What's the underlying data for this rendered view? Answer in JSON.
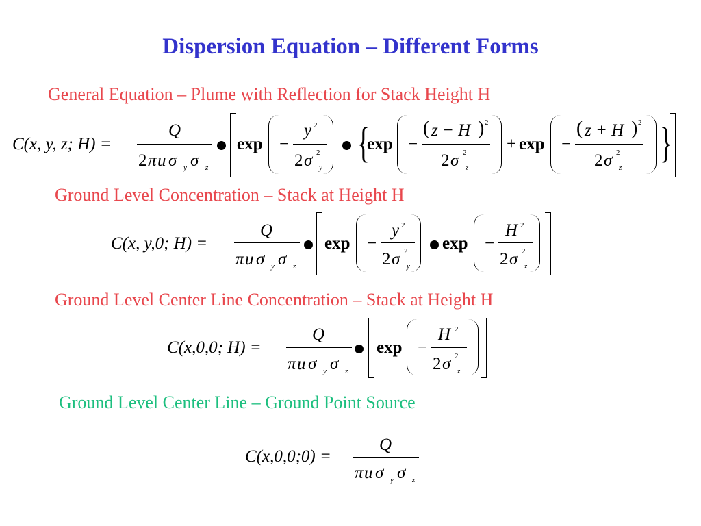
{
  "title": "Dispersion Equation – Different Forms",
  "sections": [
    {
      "heading": "General Equation – Plume with Reflection for Stack Height H",
      "heading_color": "#e8474d",
      "equation": {
        "lhs": "C(x, y, z; H) =",
        "prefactor_num": "Q",
        "prefactor_den": "2πuσ_y σ_z",
        "term1": "exp(− y² / 2σ_y²)",
        "term2": "exp(− (z − H)² / 2σ_z²)",
        "term3": "exp(− (z + H)² / 2σ_z²)",
        "text": "C(x,y,z;H) = Q/(2πuσ_yσ_z) • [exp(−y²/2σ_y²) • {exp(−(z−H)²/2σ_z²) + exp(−(z+H)²/2σ_z²)}]"
      }
    },
    {
      "heading": "Ground Level Concentration – Stack at Height H",
      "heading_color": "#e8474d",
      "equation": {
        "lhs": "C(x, y,0; H) =",
        "prefactor_num": "Q",
        "prefactor_den": "πuσ_y σ_z",
        "term1": "exp(− y² / 2σ_y²)",
        "term2": "exp(− H² / 2σ_z²)",
        "text": "C(x,y,0;H) = Q/(πuσ_yσ_z) • [exp(−y²/2σ_y²) • exp(−H²/2σ_z²)]"
      }
    },
    {
      "heading": "Ground Level Center Line Concentration – Stack at Height H",
      "heading_color": "#e8474d",
      "equation": {
        "lhs": "C(x,0,0; H) =",
        "prefactor_num": "Q",
        "prefactor_den": "πuσ_y σ_z",
        "term1": "exp(− H² / 2σ_z²)",
        "text": "C(x,0,0;H) = Q/(πuσ_yσ_z) • [exp(−H²/2σ_z²)]"
      }
    },
    {
      "heading": "Ground Level Center Line – Ground Point Source",
      "heading_color": "#1dbf7f",
      "equation": {
        "lhs": "C(x,0,0;0) =",
        "prefactor_num": "Q",
        "prefactor_den": "πuσ_y σ_z",
        "text": "C(x,0,0;0) = Q/(πuσ_yσ_z)"
      }
    }
  ],
  "glyphs": {
    "Q": "Q",
    "exp": "exp",
    "minus": "−",
    "plus": "+",
    "two": "2",
    "sigma": "σ",
    "pi": "π",
    "u": "u",
    "y": "y",
    "z": "z",
    "H": "H",
    "sq": "2",
    "lbrace": "{",
    "rbrace": "}",
    "zmH": "z − H",
    "zpH": "z + H",
    "lpar": "(",
    "rpar": ")"
  }
}
